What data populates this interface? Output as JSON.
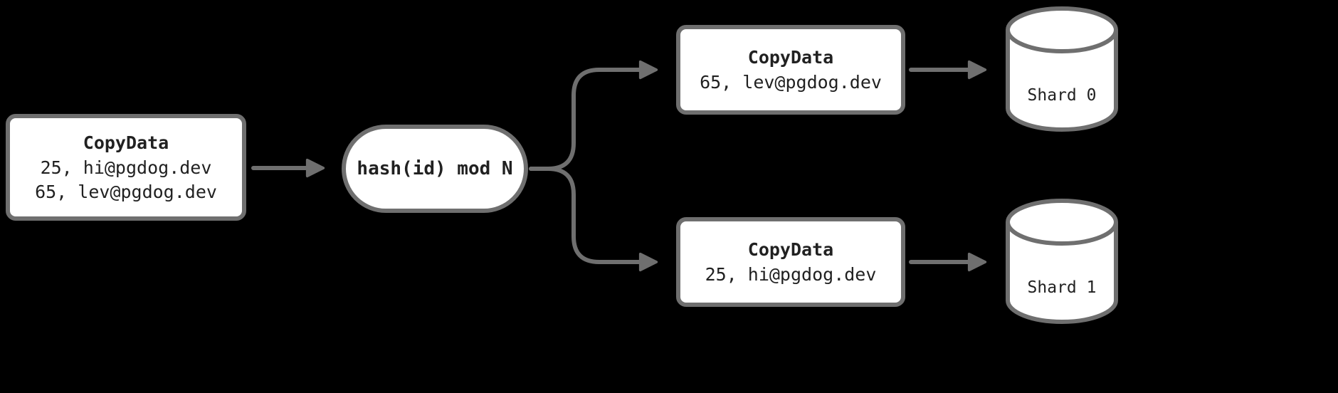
{
  "canvas": {
    "background": "#000000"
  },
  "palette": {
    "stroke": "#6f6f6f",
    "node_fill": "#ffffff",
    "text": "#212121"
  },
  "input_node": {
    "title": "CopyData",
    "rows": [
      "25, hi@pgdog.dev",
      "65, lev@pgdog.dev"
    ]
  },
  "hash_node": {
    "label": "hash(id) mod N"
  },
  "branch_top": {
    "title": "CopyData",
    "row": "65, lev@pgdog.dev",
    "shard_label": "Shard 0"
  },
  "branch_bottom": {
    "title": "CopyData",
    "row": "25, hi@pgdog.dev",
    "shard_label": "Shard 1"
  }
}
